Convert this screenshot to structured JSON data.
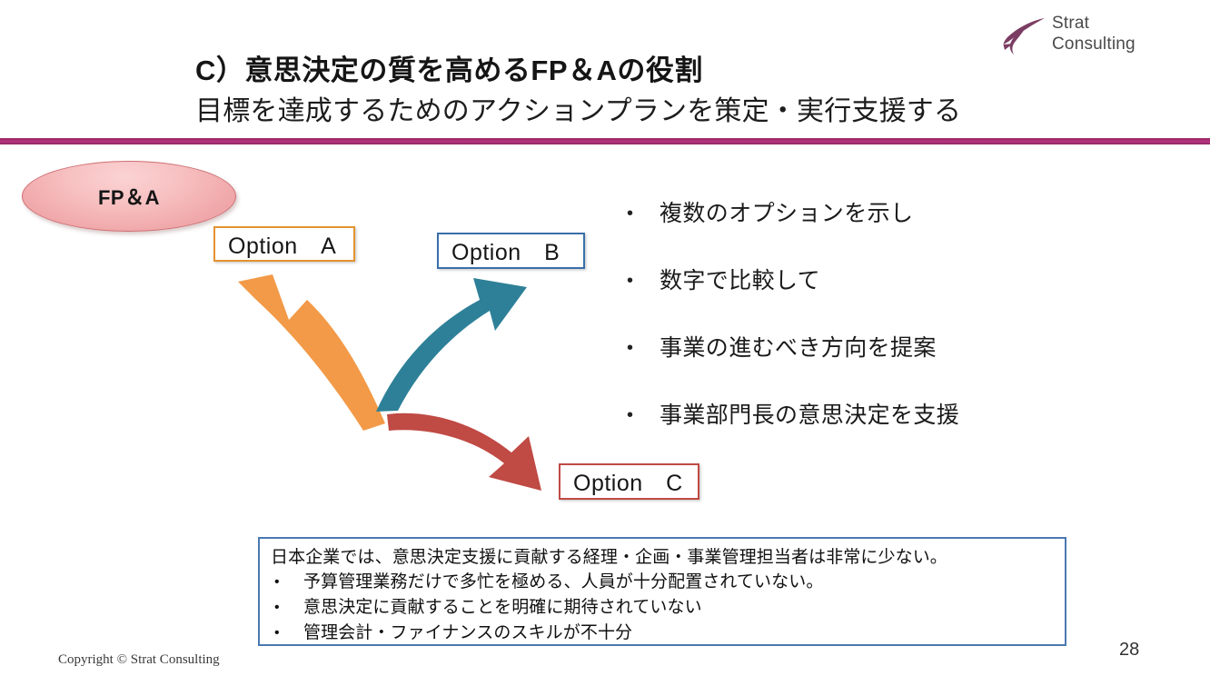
{
  "logo": {
    "line1": "Strat",
    "line2": "Consulting",
    "mark_icon": "swoosh-logo-icon",
    "mark_color": "#7b3d63"
  },
  "title": {
    "main": "C）意思決定の質を高めるFP＆Aの役割",
    "sub": "目標を達成するためのアクションプランを策定・実行支援する",
    "divider_color": "#a52a6e"
  },
  "diagram": {
    "source_node": {
      "label": "FP＆A",
      "fill_color": "#f3b3b4",
      "border_color": "#cf6f73"
    },
    "options": [
      {
        "label": "Option　A",
        "border_color": "#e39330",
        "arrow_color": "#f29a48"
      },
      {
        "label": "Option　B",
        "border_color": "#3a6fa8",
        "arrow_color": "#2e8098"
      },
      {
        "label": "Option　C",
        "border_color": "#bf4a45",
        "arrow_color": "#c04a44"
      }
    ]
  },
  "bullets": [
    "複数のオプションを示し",
    "数字で比較して",
    "事業の進むべき方向を提案",
    "事業部門長の意思決定を支援"
  ],
  "bullet_marker": "•",
  "note": {
    "lead": "日本企業では、意思決定支援に貢献する経理・企画・事業管理担当者は非常に少ない。",
    "items": [
      "予算管理業務だけで多忙を極める、人員が十分配置されていない。",
      "意思決定に貢献することを明確に期待されていない",
      "管理会計・ファイナンスのスキルが不十分"
    ],
    "marker": "•",
    "border_color": "#4a78b0"
  },
  "footer": {
    "copyright": "Copyright © Strat Consulting",
    "page_number": "28"
  }
}
